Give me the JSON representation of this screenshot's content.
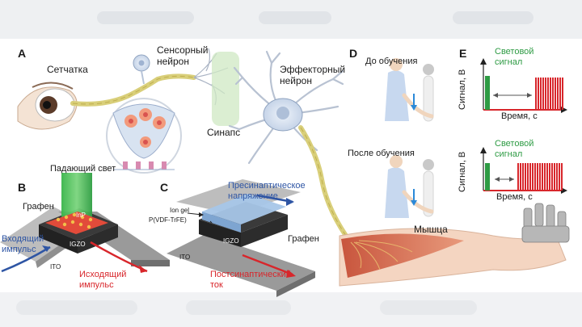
{
  "panels": {
    "A": "A",
    "B": "B",
    "C": "C",
    "D": "D",
    "E": "E"
  },
  "labels": {
    "retina": "Сетчатка",
    "sensory": "Сенсорный\nнейрон",
    "effector": "Эффекторный\nнейрон",
    "synapse": "Синапс",
    "incident_light": "Падающий свет",
    "graphene_b": "Графен",
    "inp": "InP",
    "igzo": "IGZO",
    "input_pulse": "Входящий\nимпульс",
    "ito": "ITO",
    "output_pulse": "Исходящий\nимпульс",
    "presyn": "Пресинаптическое\nнапряжение",
    "ion_gel": "Ion gel",
    "pvdf": "P(VDF-TrFE)",
    "graphene_c": "Графен",
    "postsyn": "Постсинаптический\nток",
    "before": "До обучения",
    "after": "После обучения",
    "muscle": "Мышца",
    "light_signal": "Световой\nсигнал",
    "signal_axis": "Сигнал, В",
    "time_axis": "Время, с"
  },
  "colors": {
    "green": "#2e9b44",
    "red": "#d8262b",
    "blue": "#2e55a4",
    "nerve": "#d9cf7a",
    "cell": "#d8e3f1"
  }
}
